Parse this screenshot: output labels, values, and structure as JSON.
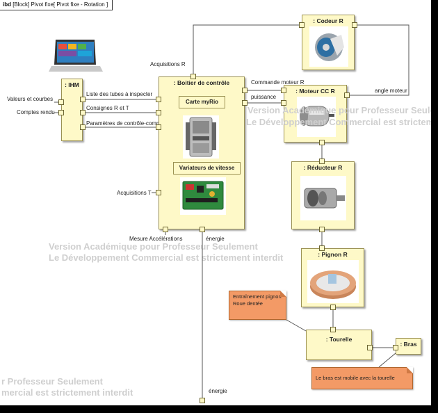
{
  "frame": {
    "kind": "ibd",
    "title": "[Block] Pivot fixe[  Pivot fixe - Rotation ]"
  },
  "blocks": {
    "codeur": ": Codeur R",
    "ihm": ": IHM",
    "boitier": ": Boitier de contrôle",
    "carte": "Carte myRio",
    "variateurs": "Variateurs de vitesse",
    "moteur": ": Moteur CC R",
    "reducteur": ": Réducteur R",
    "pignon": ": Pignon R",
    "tourelle": ": Tourelle",
    "bras": ": Bras"
  },
  "labels": {
    "acq_r": "Acquisitions R",
    "valeurs": "Valeurs et courbes",
    "comptes": "Comptes rendu",
    "liste_tubes": "Liste des tubes à inspecter",
    "consignes": "Consignes R et T",
    "parametres": "Paramètres de contrôle-commande",
    "acq_t": "Acquisitions T",
    "mesure_acc": "Mesure Accélérations",
    "energie1": "énergie",
    "energie2": "énergie",
    "cmd_moteur": "Commande moteur R",
    "puissance": "puissance",
    "angle_moteur": "angle moteur"
  },
  "notes": {
    "entrainement": "Entraînement pignon\nRoue dentée",
    "bras_mobile": "Le bras est mobile avec la tourelle"
  },
  "watermarks": {
    "line1": "Version Académique pour Professeur Seulement",
    "line2": "Le Développement Commercial est strictement interdit",
    "bottom1": "r Professeur Seulement",
    "bottom2": "mercial est strictement interdit",
    "right1": "Version Académique pour Professeur Seulement",
    "right2": "Le Développement Commercial est strictement interdit"
  },
  "icons": [
    "laptop-image",
    "encoder-image",
    "motor-image",
    "gearbox-image",
    "gear-ring-image",
    "myrio-board-image",
    "speed-controller-image"
  ]
}
